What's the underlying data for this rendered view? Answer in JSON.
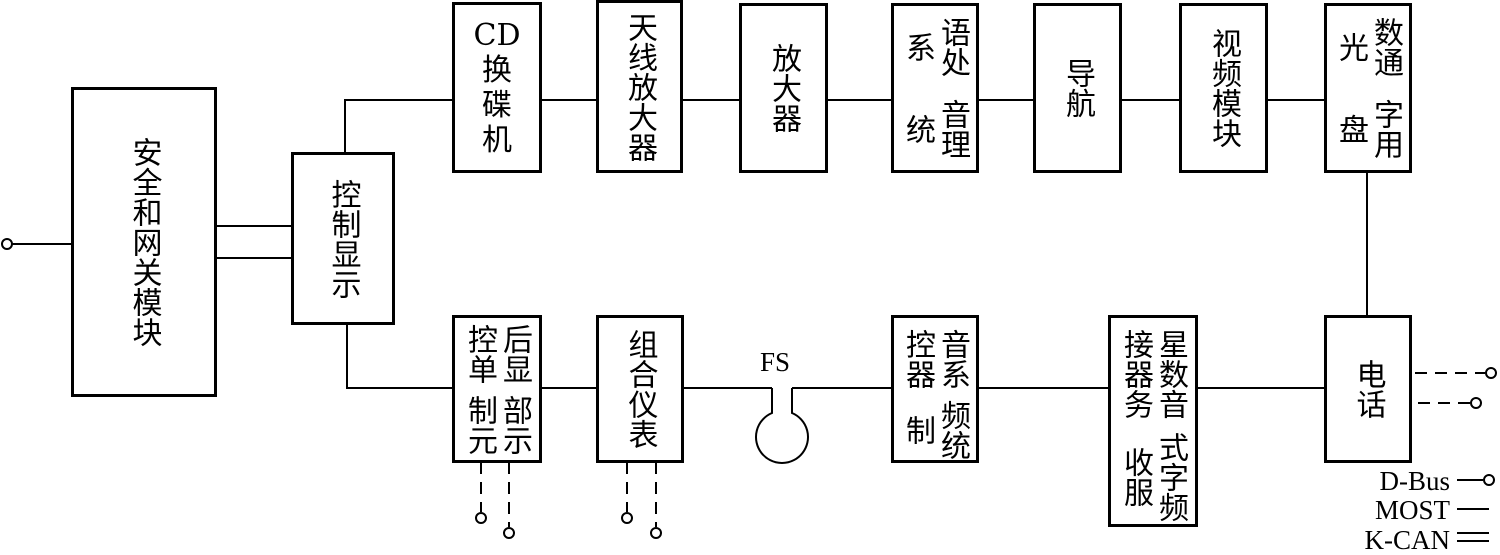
{
  "diagram": {
    "blocks": {
      "gateway": "安全和网关模块",
      "control_display": "控制显示",
      "cd_changer": [
        "CD",
        "换",
        "碟",
        "机"
      ],
      "antenna_amp": "天线放大器",
      "amplifier": "放大器",
      "speech": [
        "音理统",
        "语处系"
      ],
      "navigation": "导航",
      "video": "视频模块",
      "dab": [
        "字用盘",
        "数通光"
      ],
      "rear_display": [
        "部示制元",
        "后显控单"
      ],
      "cluster": "组合仪表",
      "audio_ctrl": [
        "频统制",
        "音系控器"
      ],
      "sdars": [
        "式字频收服",
        "星数音接器务"
      ],
      "phone": "电话"
    },
    "fs_label": "FS",
    "legend": [
      {
        "label": "D-Bus",
        "style": "line-with-terminal"
      },
      {
        "label": "MOST",
        "style": "single-line"
      },
      {
        "label": "K-CAN",
        "style": "double-line"
      }
    ]
  }
}
